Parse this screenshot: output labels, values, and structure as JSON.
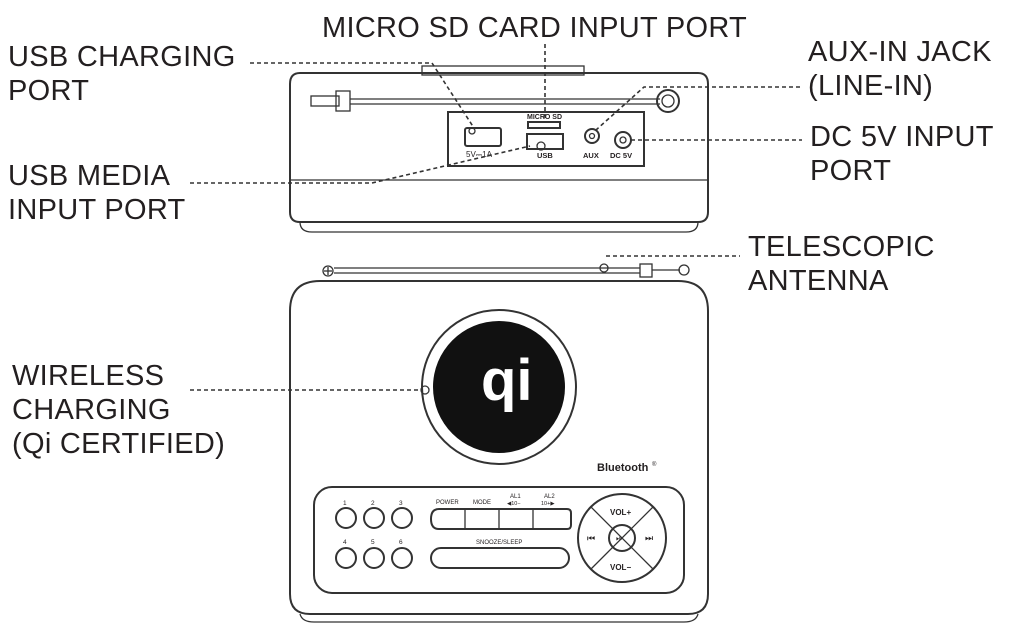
{
  "callouts": {
    "usb_charging": [
      "USB CHARGING",
      "PORT"
    ],
    "micro_sd": [
      "MICRO SD CARD INPUT PORT"
    ],
    "aux_in": [
      "AUX-IN JACK",
      "(LINE-IN)"
    ],
    "dc_input": [
      "DC 5V INPUT",
      "PORT"
    ],
    "usb_media": [
      "USB MEDIA",
      "INPUT PORT"
    ],
    "telescopic": [
      "TELESCOPIC",
      "ANTENNA"
    ],
    "wireless": [
      "WIRELESS",
      "CHARGING",
      "(Qi CERTIFIED)"
    ]
  },
  "back_panel": {
    "usb_charge_label": "5V⎓1A",
    "micro_sd_label": "MICRO SD",
    "usb_label": "USB",
    "aux_label": "AUX",
    "dc_label": "DC 5V"
  },
  "front_panel": {
    "qi_logo": "qi",
    "bluetooth": "Bluetooth",
    "bluetooth_mark": "®",
    "preset_labels": [
      "1",
      "2",
      "3",
      "4",
      "5",
      "6"
    ],
    "power_label": "POWER",
    "mode_label": "MODE",
    "al1_label": "AL1",
    "al1_sub": "◀10−",
    "al2_label": "AL2",
    "al2_sub": "10+▶",
    "snooze_label": "SNOOZE/SLEEP",
    "vol_up": "VOL+",
    "vol_down": "VOL−",
    "prev": "⏮",
    "play": "⏯",
    "next": "⏭"
  }
}
